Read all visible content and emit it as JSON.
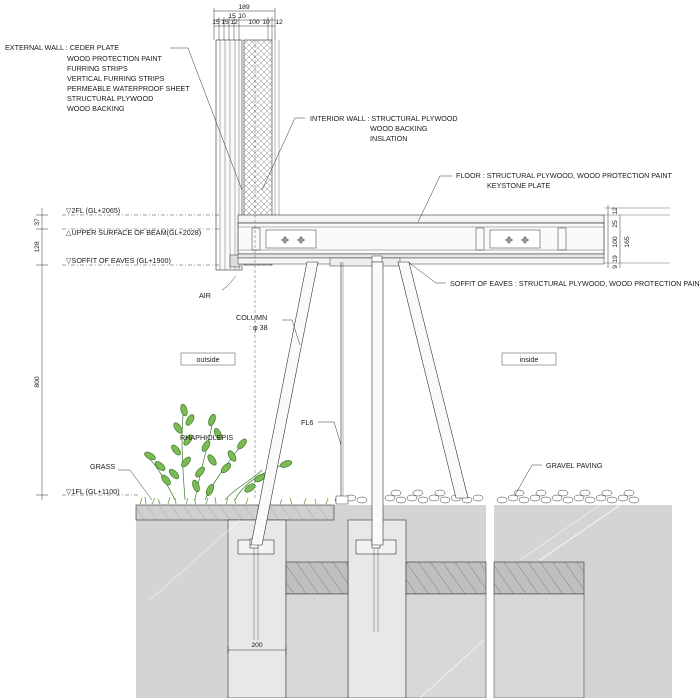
{
  "dimensions_top": {
    "overall": "189",
    "parts": [
      "15",
      "15",
      "15",
      "12",
      "10",
      "100",
      "10",
      "12"
    ]
  },
  "external_wall": {
    "title": "EXTERNAL WALL : CEDER PLATE",
    "layers": [
      "WOOD PROTECTION PAINT",
      "FURRING STRIPS",
      "VERTICAL FURRING STRIPS",
      "PERMEABLE WATERPROOF SHEET",
      "STRUCTURAL PLYWOOD",
      "WOOD BACKING"
    ]
  },
  "interior_wall": {
    "lines": [
      "INTERIOR WALL : STRUCTURAL PLYWOOD",
      "WOOD BACKING",
      "INSLATION"
    ]
  },
  "floor": {
    "lines": [
      "FLOOR : STRUCTURAL PLYWOOD, WOOD PROTECTION PAINT",
      "KEYSTONE PLATE"
    ]
  },
  "levels": {
    "fl2": "▽2FL (GL+2065)",
    "beam": "△UPPER SURFACE OF BEAM(GL+2028)",
    "soffit": "▽SOFFIT OF EAVES (GL+1900)",
    "fl1": "▽1FL (GL+1100)"
  },
  "left_dims": [
    "37",
    "128",
    "800"
  ],
  "right_dims": [
    "12",
    "25",
    "100",
    "165",
    "19",
    "9"
  ],
  "air": "AIR",
  "soffit_label": "SOFFIT OF EAVES : STRUCTURAL PLYWOOD, WOOD PROTECTION PAINT",
  "column": {
    "line1": "COLUMN",
    "line2": ": φ 38"
  },
  "outside": "outside",
  "inside": "inside",
  "fl6": "FL6",
  "rhaphiolepis": "RHAPHIOLEPIS",
  "grass": "GRASS",
  "gravel": "GRAVEL PAVING",
  "bottom_dim": "200"
}
